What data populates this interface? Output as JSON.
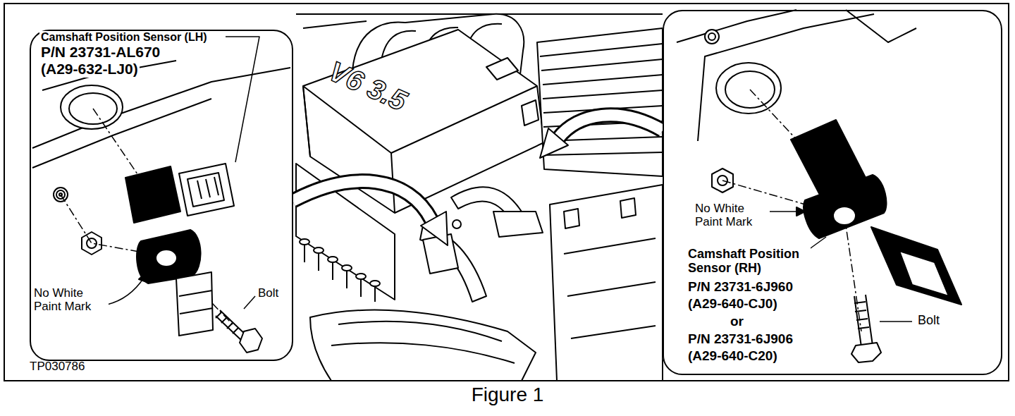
{
  "diagram": {
    "caption": "Figure 1",
    "nodes": [
      {
        "text": [
          "TP030786"
        ]
      },
      {
        "text": [
          "Camshaft Position Sensor (LH)",
          "P/N 23731-AL670",
          "(A29-632-LJ0)",
          "No White Paint Mark",
          "Bolt"
        ],
        "in": 0
      },
      {
        "text": [
          "No White Paint Mark",
          "Camshaft Position Sensor (RH)",
          "P/N 23731-6J960",
          "(A29-640-CJ0)",
          "or",
          "P/N 23731-6J906",
          "(A29-640-C20)",
          "Bolt"
        ],
        "in": 0
      }
    ],
    "labels": [
      "V6 3.5"
    ]
  }
}
